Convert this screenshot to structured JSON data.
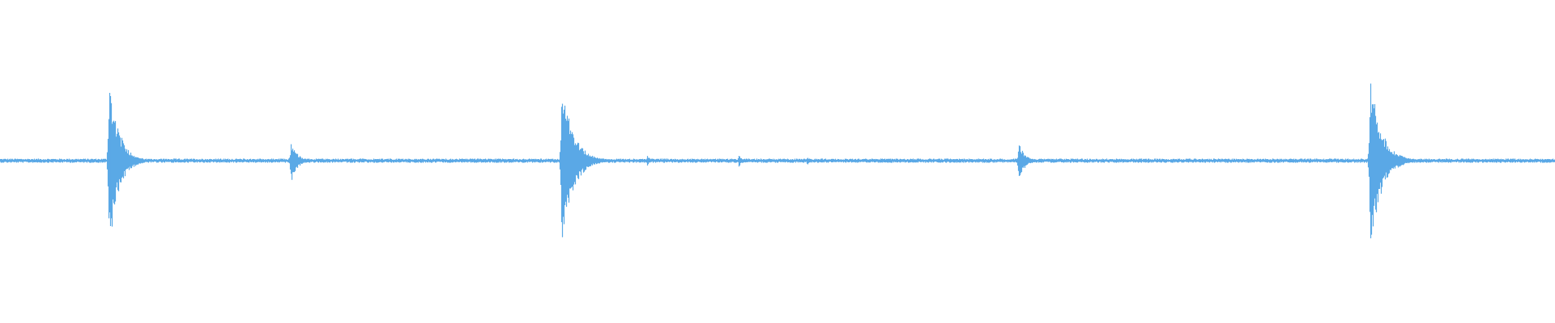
{
  "chart_data": {
    "type": "waveform",
    "title": "",
    "xlabel": "",
    "ylabel": "",
    "ylim": [
      -1,
      1
    ],
    "grid": false,
    "legend": "none",
    "color": "#5aa9e6",
    "background": "#ffffff",
    "baseline_amplitude": 0.018,
    "events": [
      {
        "t": 0.07,
        "pos_peak": 0.98,
        "neg_peak": 1.0,
        "decay": 0.006
      },
      {
        "t": 0.187,
        "pos_peak": 0.22,
        "neg_peak": 0.25,
        "decay": 0.004
      },
      {
        "t": 0.361,
        "pos_peak": 0.96,
        "neg_peak": 0.98,
        "decay": 0.007
      },
      {
        "t": 0.416,
        "pos_peak": 0.06,
        "neg_peak": 0.06,
        "decay": 0.002
      },
      {
        "t": 0.475,
        "pos_peak": 0.07,
        "neg_peak": 0.07,
        "decay": 0.002
      },
      {
        "t": 0.519,
        "pos_peak": 0.05,
        "neg_peak": 0.05,
        "decay": 0.002
      },
      {
        "t": 0.655,
        "pos_peak": 0.2,
        "neg_peak": 0.22,
        "decay": 0.004
      },
      {
        "t": 0.881,
        "pos_peak": 1.0,
        "neg_peak": 1.0,
        "decay": 0.007
      }
    ]
  }
}
